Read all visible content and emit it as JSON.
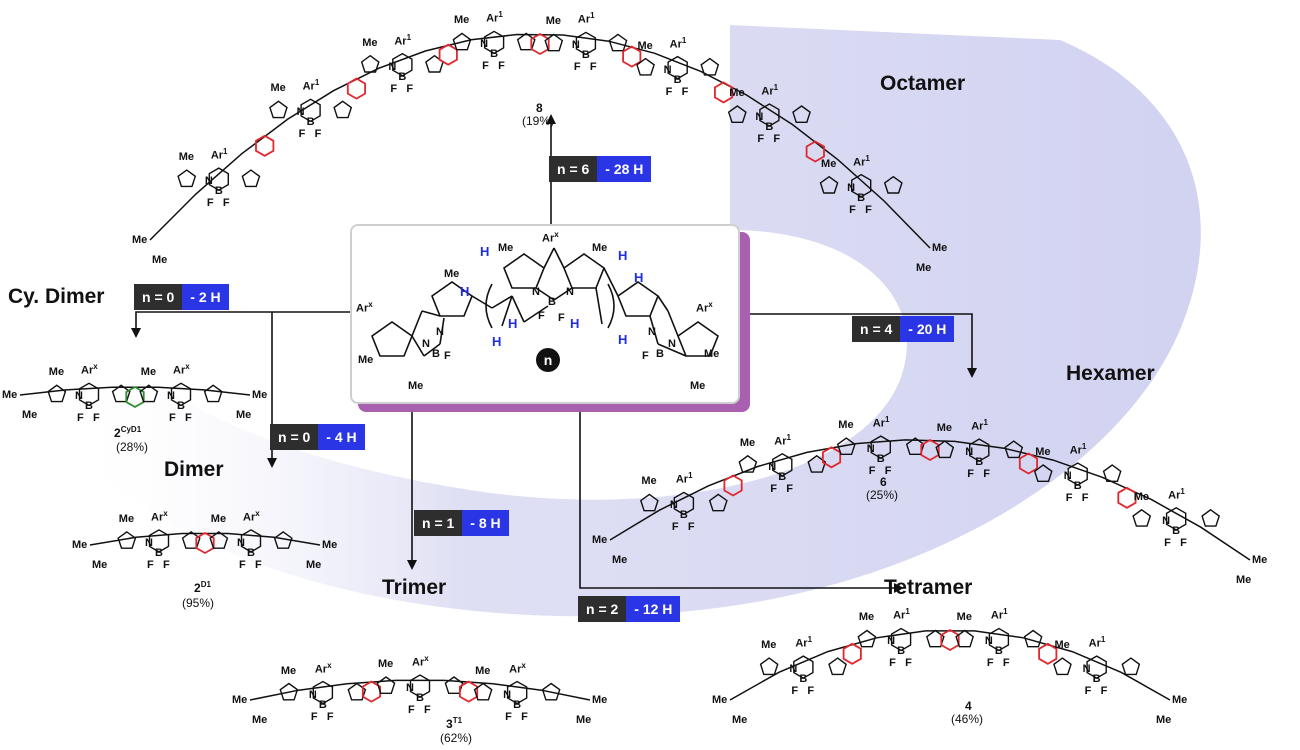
{
  "central": {
    "substituent_me": "Me",
    "substituent_ar": "Ar",
    "substituent_ar_sup": "x",
    "atom_n": "N",
    "atom_b": "B",
    "atom_f": "F",
    "atom_h": "H",
    "repeat_n": "n"
  },
  "labels": {
    "octamer": "Octamer",
    "cy_dimer": "Cy. Dimer",
    "hexamer": "Hexamer",
    "dimer": "Dimer",
    "trimer": "Trimer",
    "tetramer": "Tetramer"
  },
  "tags": [
    {
      "id": "oct",
      "n": "n = 6",
      "h": "- 28 H"
    },
    {
      "id": "cydim",
      "n": "n = 0",
      "h": "- 2 H"
    },
    {
      "id": "hex",
      "n": "n = 4",
      "h": "- 20 H"
    },
    {
      "id": "dim",
      "n": "n = 0",
      "h": "- 4 H"
    },
    {
      "id": "tri",
      "n": "n = 1",
      "h": "- 8 H"
    },
    {
      "id": "tet",
      "n": "n = 2",
      "h": "- 12 H"
    }
  ],
  "compounds": {
    "octamer": {
      "number": "8",
      "sup": "",
      "yield": "(19%)"
    },
    "hexamer": {
      "number": "6",
      "sup": "",
      "yield": "(25%)"
    },
    "tetramer": {
      "number": "4",
      "sup": "",
      "yield": "(46%)"
    },
    "trimer": {
      "number": "3",
      "sup": "T1",
      "yield": "(62%)"
    },
    "dimer": {
      "number": "2",
      "sup": "D1",
      "yield": "(95%)"
    },
    "cy_dimer": {
      "number": "2",
      "sup": "CyD1",
      "yield": "(28%)"
    }
  },
  "atoms": {
    "me": "Me",
    "ar": "Ar",
    "ar1_sup": "1",
    "arx_sup": "x",
    "n": "N",
    "b": "B",
    "f": "F"
  },
  "colors": {
    "bond": "#111111",
    "fused_ring": "#e0282e",
    "cyclized_ring": "#2e8b2e",
    "hydrogen": "#1f2ee0",
    "tag_dark": "#2e2e2e",
    "tag_blue": "#2a36e6",
    "core_shadow": "#a960b0",
    "swirl": "#dcdcf3"
  },
  "molecules": [
    {
      "id": "octamer",
      "units": 8,
      "fused_color": "red"
    },
    {
      "id": "hexamer",
      "units": 6,
      "fused_color": "red"
    },
    {
      "id": "tetramer",
      "units": 4,
      "fused_color": "red"
    },
    {
      "id": "trimer",
      "units": 3,
      "fused_color": "red"
    },
    {
      "id": "dimer",
      "units": 2,
      "fused_color": "red"
    },
    {
      "id": "cy_dimer",
      "units": 2,
      "fused_color": "green"
    }
  ]
}
